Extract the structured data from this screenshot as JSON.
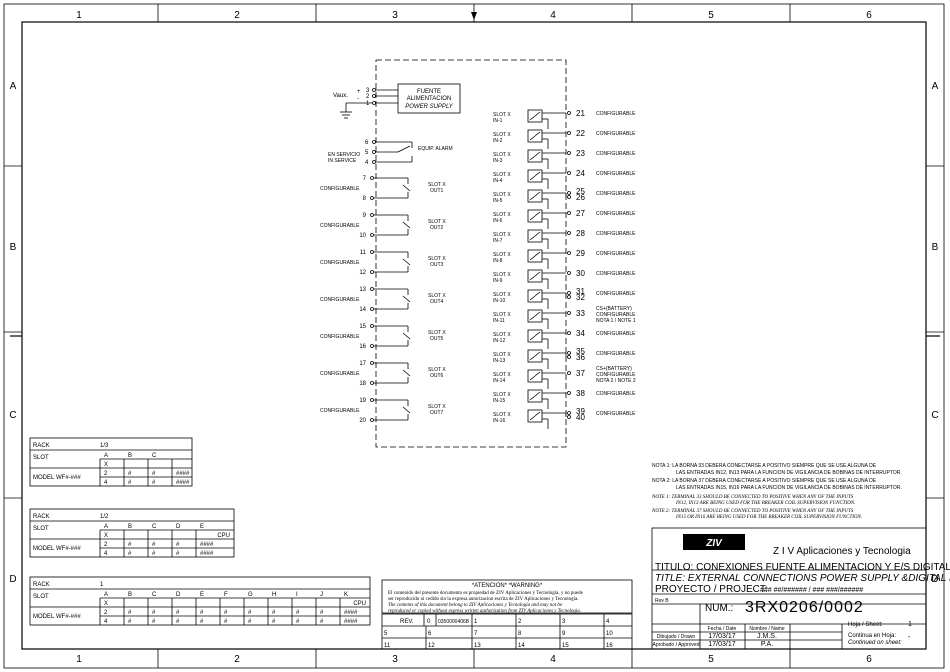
{
  "border": {
    "columns": [
      "1",
      "2",
      "3",
      "4",
      "5",
      "6"
    ],
    "rows": [
      "A",
      "B",
      "C",
      "D"
    ]
  },
  "power_supply": {
    "title": "FUENTE",
    "line2": "ALIMENTACION",
    "line3": "POWER SUPPLY",
    "vaux": "Vaux.",
    "plus": "+",
    "minus": "-",
    "t3": "3",
    "t2": "2",
    "t1": "1"
  },
  "alarm": {
    "label": "EQUIP. ALARM",
    "in_service1": "EN SERVICIO",
    "in_service2": "IN SERVICE",
    "t6": "6",
    "t5": "5",
    "t4": "4"
  },
  "outputs": [
    {
      "a": "7",
      "b": "8",
      "label": "CONFIGURABLE",
      "slot": "SLOT X",
      "out": "OUT1"
    },
    {
      "a": "9",
      "b": "10",
      "label": "CONFIGURABLE",
      "slot": "SLOT X",
      "out": "OUT2"
    },
    {
      "a": "11",
      "b": "12",
      "label": "CONFIGURABLE",
      "slot": "SLOT X",
      "out": "OUT3"
    },
    {
      "a": "13",
      "b": "14",
      "label": "CONFIGURABLE",
      "slot": "SLOT X",
      "out": "OUT4"
    },
    {
      "a": "15",
      "b": "16",
      "label": "CONFIGURABLE",
      "slot": "SLOT X",
      "out": "OUT5"
    },
    {
      "a": "17",
      "b": "18",
      "label": "CONFIGURABLE",
      "slot": "SLOT X",
      "out": "OUT6"
    },
    {
      "a": "19",
      "b": "20",
      "label": "CONFIGURABLE",
      "slot": "SLOT X",
      "out": "OUT7"
    }
  ],
  "inputs": [
    {
      "slot": "SLOT X",
      "in": "IN-1",
      "terms": [
        "21"
      ],
      "label": "CONFIGURABLE"
    },
    {
      "slot": "SLOT X",
      "in": "IN-2",
      "terms": [
        "22"
      ],
      "label": "CONFIGURABLE"
    },
    {
      "slot": "SLOT X",
      "in": "IN-3",
      "terms": [
        "23"
      ],
      "label": "CONFIGURABLE"
    },
    {
      "slot": "SLOT X",
      "in": "IN-4",
      "terms": [
        "24"
      ],
      "label": "CONFIGURABLE"
    },
    {
      "slot": "SLOT X",
      "in": "IN-5",
      "terms": [
        "25",
        "26"
      ],
      "label": "CONFIGURABLE"
    },
    {
      "slot": "SLOT X",
      "in": "IN-6",
      "terms": [
        "27"
      ],
      "label": "CONFIGURABLE"
    },
    {
      "slot": "SLOT X",
      "in": "IN-7",
      "terms": [
        "28"
      ],
      "label": "CONFIGURABLE"
    },
    {
      "slot": "SLOT X",
      "in": "IN-8",
      "terms": [
        "29"
      ],
      "label": "CONFIGURABLE"
    },
    {
      "slot": "SLOT X",
      "in": "IN-9",
      "terms": [
        "30"
      ],
      "label": "CONFIGURABLE"
    },
    {
      "slot": "SLOT X",
      "in": "IN-10",
      "terms": [
        "31",
        "32"
      ],
      "label": "CONFIGURABLE"
    },
    {
      "slot": "SLOT X",
      "in": "IN-11",
      "terms": [
        "33"
      ],
      "label": "CS+(BATTERY)",
      "label2": "CONFIGURABLE",
      "label3": "NOTA 1 / NOTE 1"
    },
    {
      "slot": "SLOT X",
      "in": "IN-12",
      "terms": [
        "34"
      ],
      "label": "CONFIGURABLE"
    },
    {
      "slot": "SLOT X",
      "in": "IN-13",
      "terms": [
        "35",
        "36"
      ],
      "label": "CONFIGURABLE"
    },
    {
      "slot": "SLOT X",
      "in": "IN-14",
      "terms": [
        "37"
      ],
      "label": "CS+(BATTERY)",
      "label2": "CONFIGURABLE",
      "label3": "NOTA 2 / NOTE 2"
    },
    {
      "slot": "SLOT X",
      "in": "IN-15",
      "terms": [
        "38"
      ],
      "label": "CONFIGURABLE"
    },
    {
      "slot": "SLOT X",
      "in": "IN-16",
      "terms": [
        "39",
        "40"
      ],
      "label": "CONFIGURABLE"
    }
  ],
  "notes": {
    "n1a": "NOTA 1:  LA BORNA 33 DEBERA CONECTARSE A POSITIVO SIEMPRE QUE SE USE ALGUNA DE",
    "n1b": "LAS ENTRADAS IN12, IN13 PARA LA FUNCION DE VIGILANCIA DE BOBINAS DE INTERRUPTOR.",
    "n2a": "NOTA 2:  LA BORNA 37 DEBERA CONECTARSE A POSITIVO SIEMPRE QUE SE USE ALGUNA DE",
    "n2b": "LAS ENTRADAS IN15, IN16 PARA LA FUNCION DE VIGILANCIA DE BOBINAS DE INTERRUPTOR.",
    "e1a": "NOTE 1:  TERMINAL 33 SHOULD BE CONNECTED TO POSITIVE WHEN ANY OF THE INPUTS",
    "e1b": "IN12, IN13 ARE BEING USED FOR THE BREAKER COIL SUPERVISION FUNCTION.",
    "e2a": "NOTE 2:  TERMINAL 37 SHOULD BE CONNECTED TO POSITIVE WHEN ANY OF THE INPUTS",
    "e2b": "IN15 OR IN16 ARE BEING USED FOR THE BREAKER COIL SUPERVISION FUNCTION."
  },
  "rack_tables": [
    {
      "rack_label": "RACK",
      "rack": "1/3",
      "slot_label": "SLOT",
      "slots": [
        "A",
        "B",
        "C"
      ],
      "cpu": "",
      "x": "X",
      "model_label": "MODEL",
      "model": "WF#-###",
      "r1": [
        "2",
        "#",
        "#",
        "####"
      ],
      "r2": [
        "4",
        "#",
        "#",
        "####"
      ]
    },
    {
      "rack_label": "RACK",
      "rack": "1/2",
      "slot_label": "SLOT",
      "slots": [
        "A",
        "B",
        "C",
        "D",
        "E"
      ],
      "cpu": "CPU",
      "x": "X",
      "model_label": "MODEL",
      "model": "WF#-###",
      "r1": [
        "2",
        "#",
        "#",
        "#",
        "####"
      ],
      "r2": [
        "4",
        "#",
        "#",
        "#",
        "####"
      ]
    },
    {
      "rack_label": "RACK",
      "rack": "1",
      "slot_label": "SLOT",
      "slots": [
        "A",
        "B",
        "C",
        "D",
        "E",
        "F",
        "G",
        "H",
        "I",
        "J",
        "K"
      ],
      "cpu": "CPU",
      "x": "X",
      "model_label": "MODEL",
      "model": "WF#-###",
      "r1": [
        "2",
        "#",
        "#",
        "#",
        "#",
        "#",
        "#",
        "#",
        "#",
        "#",
        "####"
      ],
      "r2": [
        "4",
        "#",
        "#",
        "#",
        "#",
        "#",
        "#",
        "#",
        "#",
        "#",
        "####"
      ]
    }
  ],
  "attention": {
    "header": "*ATENCION*   *WARNING*",
    "es1": "El contenido del presente documento es propiedad de ZIV Aplicaciones y Tecnologia, y no puede",
    "es2": "ser reproducido ni cedido sin la expresa autorizacion escrita de ZIV Aplicaciones y Tecnologia.",
    "en1": "The contents of this document belong to ZIV Aplicaciones y Tecnologia and may not be",
    "en2": "reproduced or copied without express written authorization from ZIV Aplicaciones y Tecnologia."
  },
  "revisions": {
    "rev_label": "REV.",
    "rev": "0",
    "doc": "0350000406B",
    "row1": [
      "1",
      "2",
      "3",
      "4"
    ],
    "row2": [
      "5",
      "6",
      "7",
      "8",
      "9",
      "10"
    ],
    "row3": [
      "11",
      "12",
      "13",
      "14",
      "15",
      "16"
    ]
  },
  "title_block": {
    "company": "Z I V  Aplicaciones  y  Tecnologia",
    "titulo": "TITULO: CONEXIONES FUENTE ALIMENTACION Y E/S DIGITALES",
    "title": "TITLE: EXTERNAL CONNECTIONS POWER SUPPLY &DIGITAL I/O",
    "proyecto": "PROYECTO / PROJECT:",
    "proyecto_val": "### ##/###### / ### ###/######",
    "num_label": "NUM.:",
    "num": "3RX0206/0002",
    "rev_b": "Rev B",
    "fecha_label": "Fecha / Date",
    "nombre_label": "Nombre / Name",
    "dibujado": "Dibujado / Drawn",
    "aprobado": "Aprobado / Approved",
    "date1": "17/03/17",
    "name1": "J.M.S.",
    "date2": "17/03/17",
    "name2": "P.A.",
    "hoja_label": "Hoja / Sheet:",
    "hoja": "1",
    "cont1": "Continua en Hoja:",
    "cont2": "Continued on sheet:",
    "cont_val": "-"
  }
}
